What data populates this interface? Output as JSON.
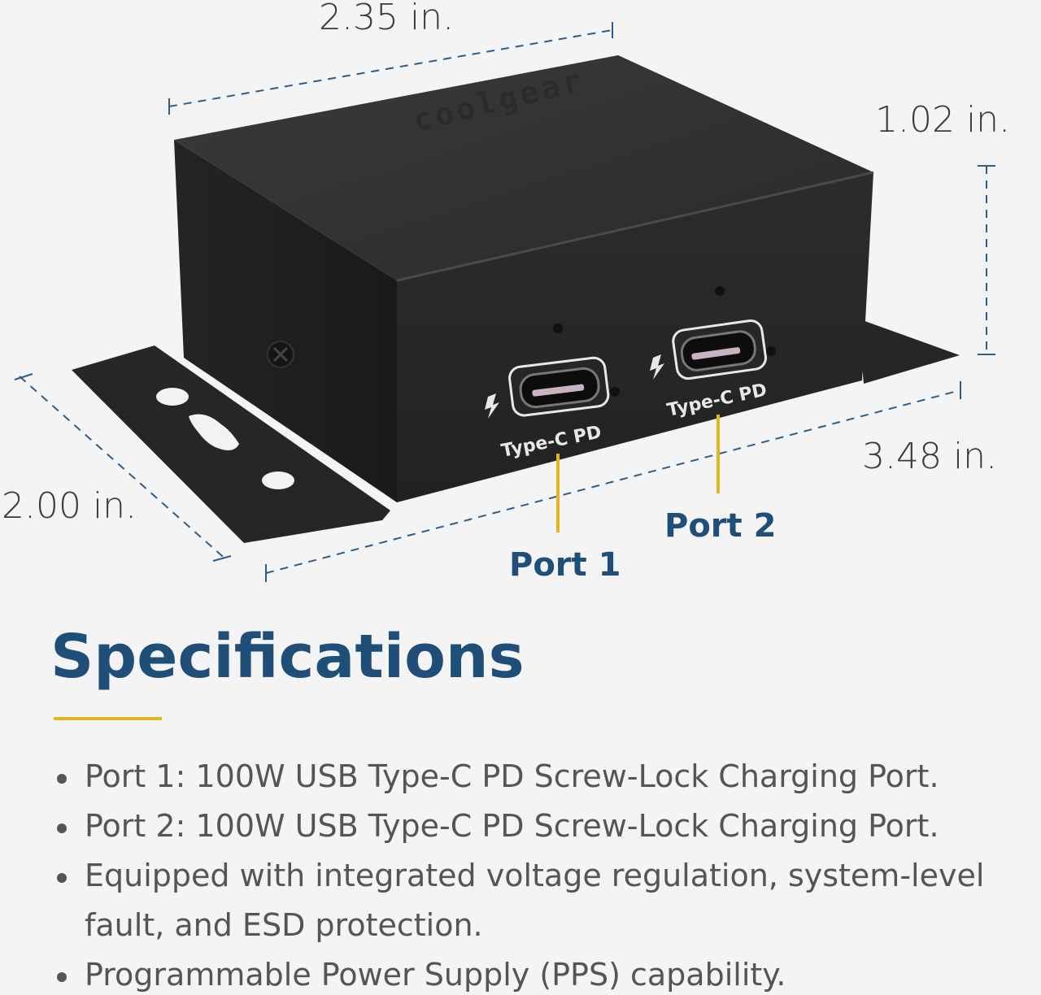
{
  "dimensions": {
    "width": "2.35 in.",
    "height": "1.02 in.",
    "depth": "3.48 in.",
    "side": "2.00 in."
  },
  "device": {
    "brand_logo": "coolgear",
    "port_marking": "Type-C PD"
  },
  "ports": {
    "port1": "Port 1",
    "port2": "Port 2"
  },
  "specs": {
    "title": "Specifications",
    "items": [
      "Port 1: 100W USB Type-C PD Screw-Lock Charging Port.",
      "Port 2: 100W USB Type-C PD Screw-Lock Charging Port.",
      "Equipped with integrated voltage regulation, system-level fault, and ESD protection.",
      "Programmable Power Supply (PPS) capability."
    ]
  },
  "colors": {
    "navy": "#1f4e79",
    "gold": "#e3b521",
    "text_gray": "#555555",
    "dim_line": "#2f5d86"
  }
}
